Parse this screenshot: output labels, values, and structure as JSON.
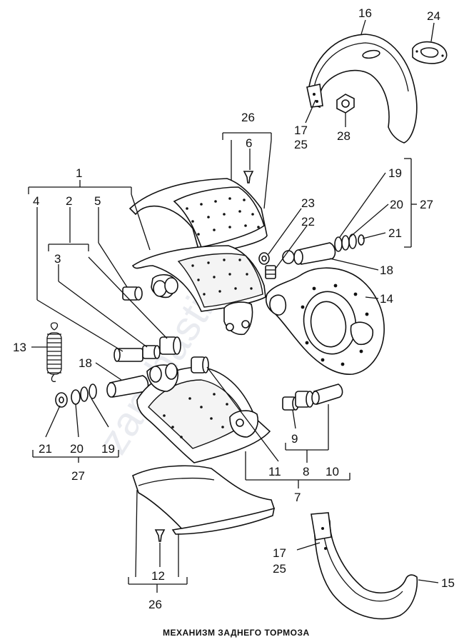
{
  "caption": "МЕХАНИЗМ ЗАДНЕГО ТОРМОЗА",
  "watermark": "zapchasti.kz",
  "labels": {
    "l16": "16",
    "l24": "24",
    "l17a": "17",
    "l25a": "25",
    "l28": "28",
    "l26a": "26",
    "l6": "6",
    "l1": "1",
    "l4": "4",
    "l2": "2",
    "l5": "5",
    "l3": "3",
    "l23": "23",
    "l22": "22",
    "l19a": "19",
    "l20a": "20",
    "l27a": "27",
    "l21a": "21",
    "l18a": "18",
    "l14": "14",
    "l13": "13",
    "l18b": "18",
    "l21b": "21",
    "l20b": "20",
    "l19b": "19",
    "l27b": "27",
    "l9": "9",
    "l10": "10",
    "l11": "11",
    "l8": "8",
    "l7": "7",
    "l17b": "17",
    "l25b": "25",
    "l15": "15",
    "l12": "12",
    "l26b": "26"
  }
}
